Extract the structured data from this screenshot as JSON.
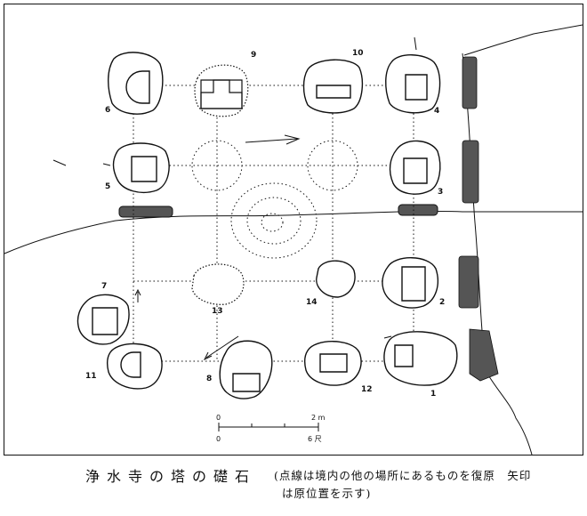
{
  "stones": [
    {
      "id": "1",
      "label": "1"
    },
    {
      "id": "2",
      "label": "2"
    },
    {
      "id": "3",
      "label": "3"
    },
    {
      "id": "4",
      "label": "4"
    },
    {
      "id": "5",
      "label": "5"
    },
    {
      "id": "6",
      "label": "6"
    },
    {
      "id": "7",
      "label": "7"
    },
    {
      "id": "8",
      "label": "8"
    },
    {
      "id": "9",
      "label": "9"
    },
    {
      "id": "10",
      "label": "10"
    },
    {
      "id": "11",
      "label": "11"
    },
    {
      "id": "12",
      "label": "12"
    },
    {
      "id": "13",
      "label": "13"
    },
    {
      "id": "14",
      "label": "14"
    }
  ],
  "scale": {
    "meter_start": "0",
    "meter_end": "2 m",
    "shaku_start": "0",
    "shaku_end": "6 尺"
  },
  "caption": {
    "title": "浄水寺の塔の礎石",
    "note_line1": "(点線は境内の他の場所にあるものを復原　矢印",
    "note_line2": "は原位置を示す)"
  }
}
